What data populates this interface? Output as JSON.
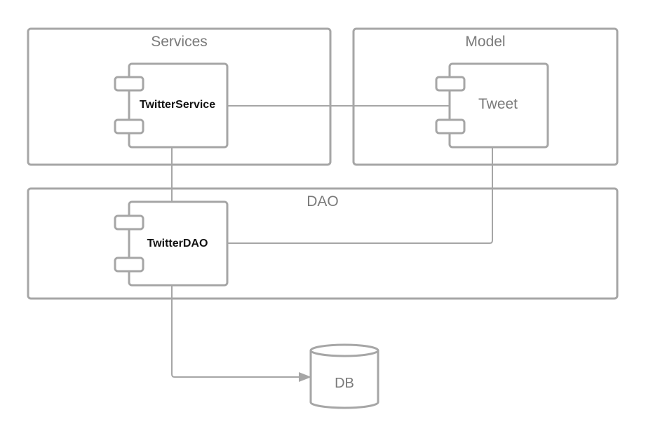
{
  "packages": {
    "services": {
      "label": "Services"
    },
    "model": {
      "label": "Model"
    },
    "dao": {
      "label": "DAO"
    }
  },
  "components": {
    "twitter_service": {
      "label": "TwitterService"
    },
    "tweet": {
      "label": "Tweet"
    },
    "twitter_dao": {
      "label": "TwitterDAO"
    }
  },
  "database": {
    "label": "DB"
  },
  "colors": {
    "stroke": "#a6a6a6",
    "package_text": "#7a7a7a",
    "component_text": "#111111",
    "background": "#ffffff"
  },
  "icons": {
    "component_port": "uml-component-port-icon",
    "database": "database-cylinder-icon",
    "arrow": "arrowhead-icon"
  }
}
